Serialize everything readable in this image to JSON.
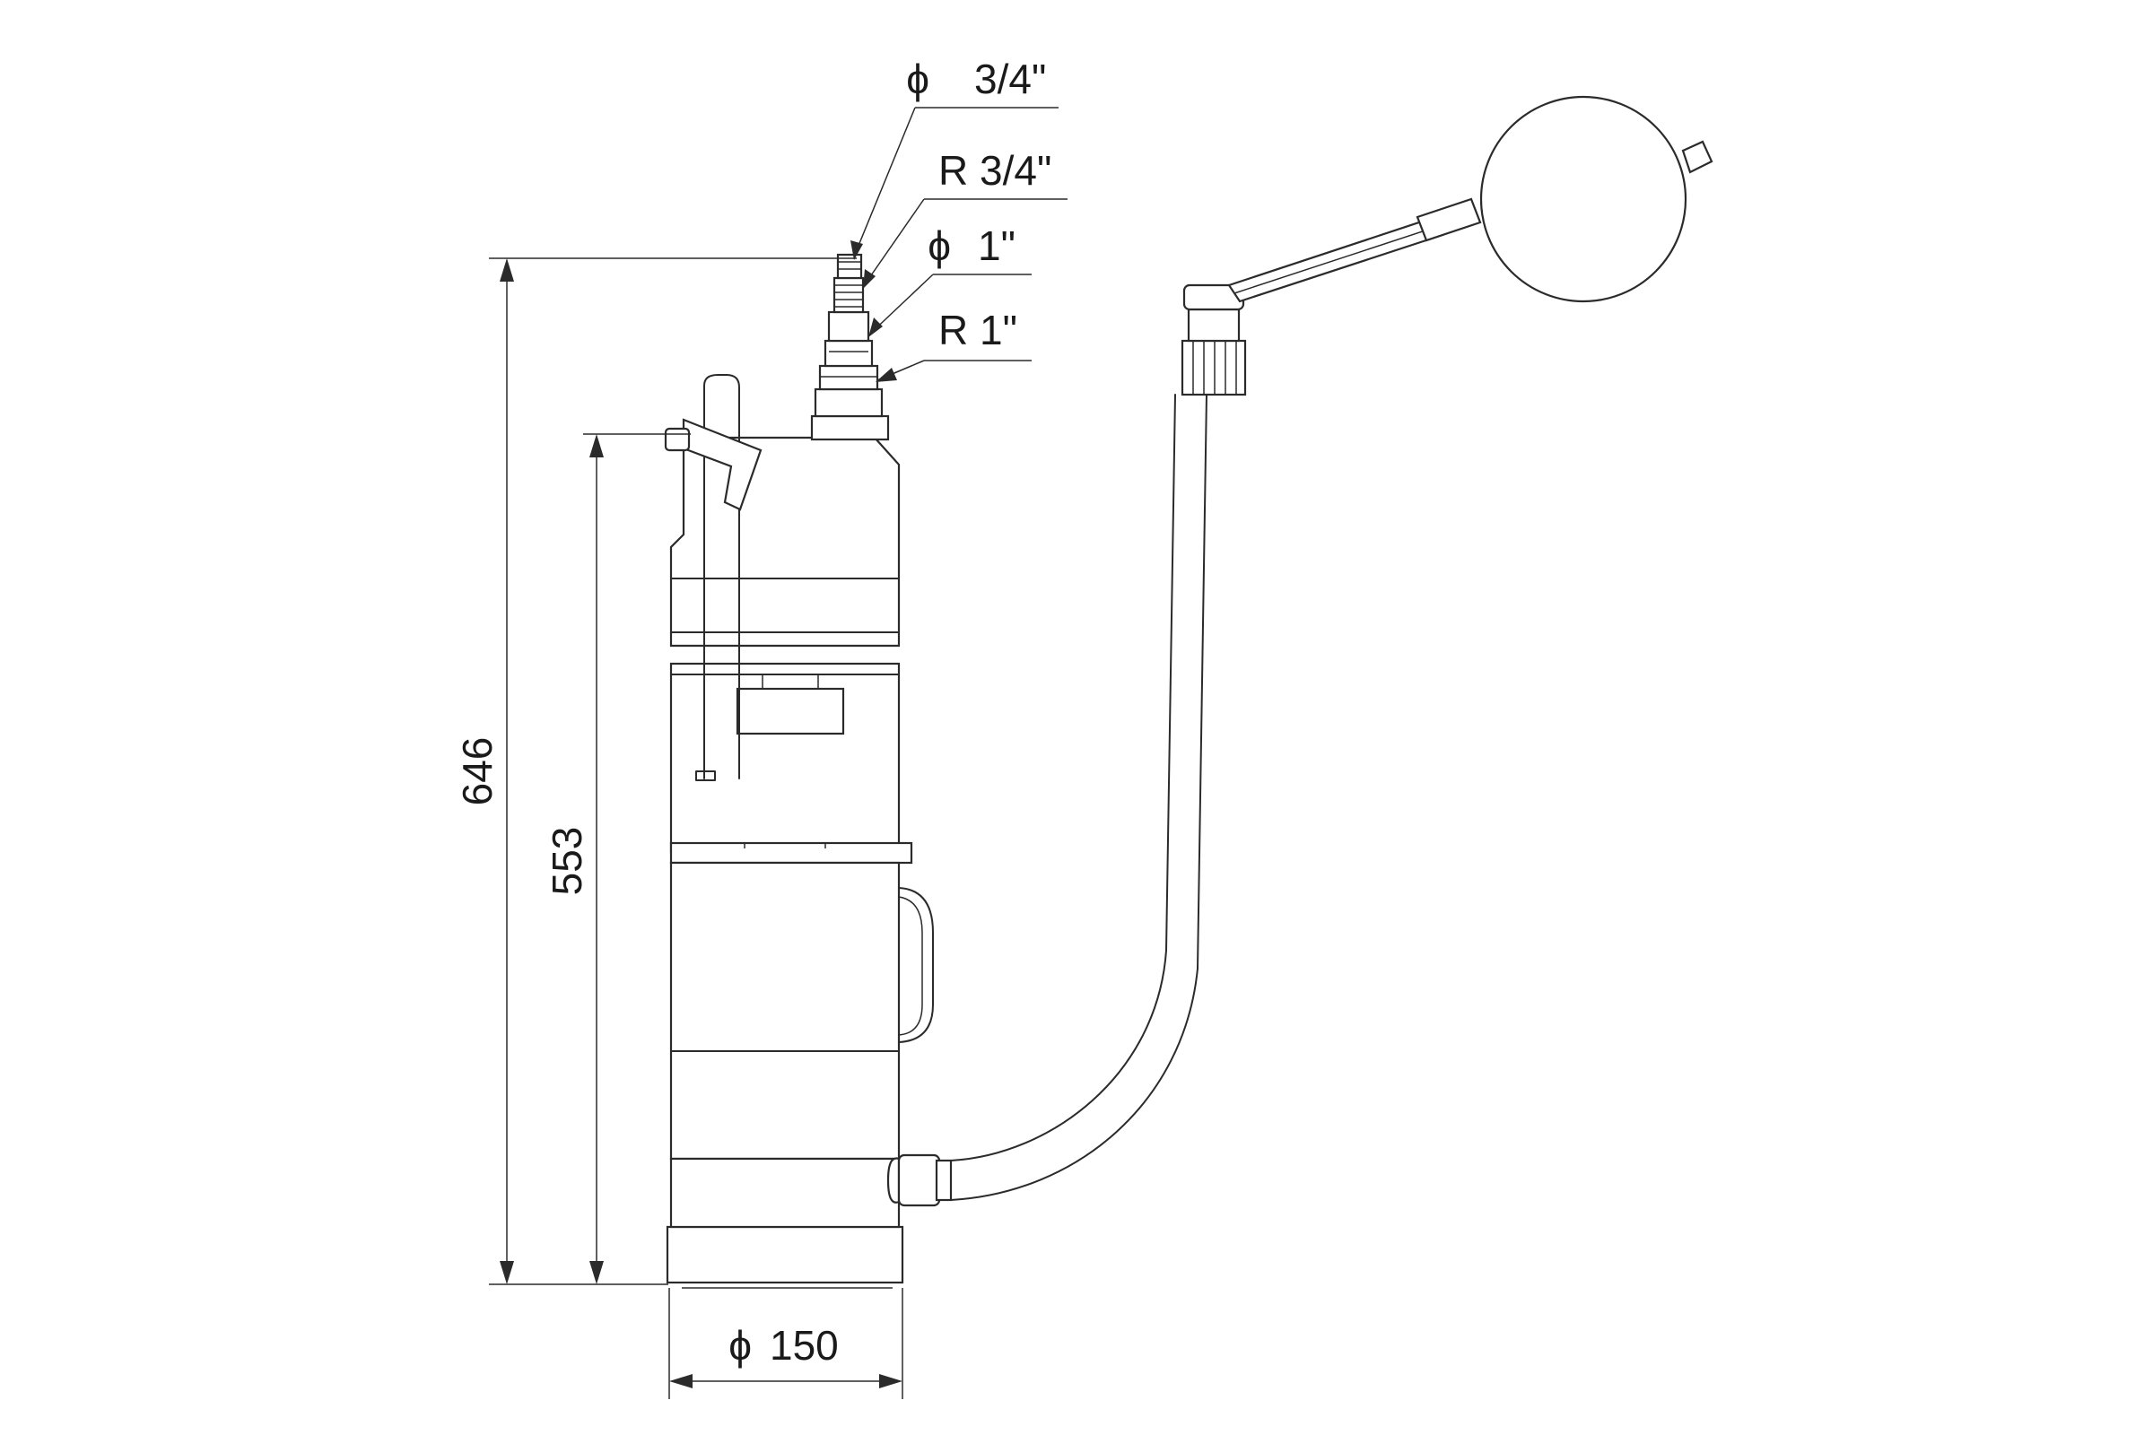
{
  "dimensions": {
    "connection_1": "3/4\"",
    "connection_2": "R 3/4\"",
    "connection_3": "1\"",
    "connection_4": "R 1\"",
    "overall_height": "646",
    "body_height": "553",
    "diameter": "150",
    "diameter_symbol": "ϕ"
  }
}
